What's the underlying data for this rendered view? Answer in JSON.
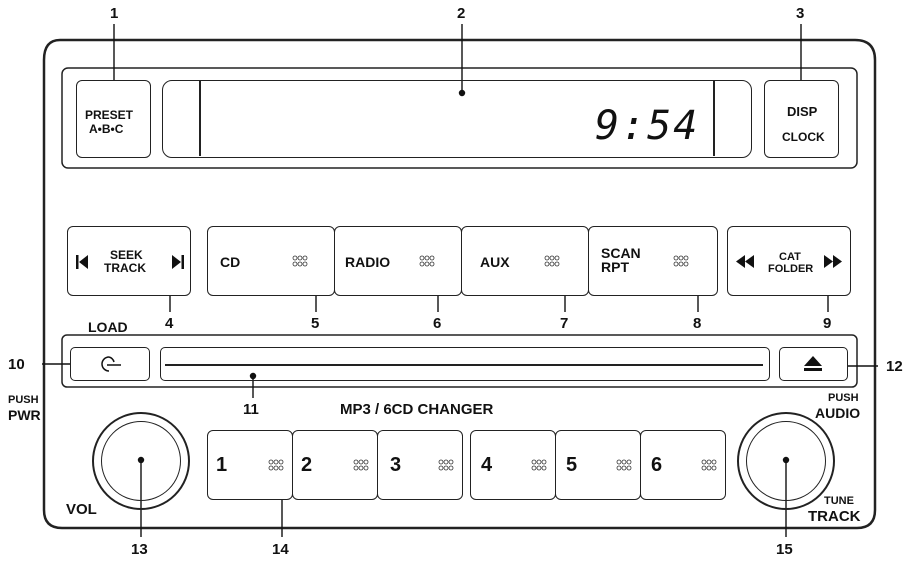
{
  "callouts": [
    "1",
    "2",
    "3",
    "4",
    "5",
    "6",
    "7",
    "8",
    "9",
    "10",
    "11",
    "12",
    "13",
    "14",
    "15"
  ],
  "buttons": {
    "preset_line1": "PRESET",
    "preset_line2": "A•B•C",
    "disp_line1": "DISP",
    "disp_line2": "CLOCK",
    "seek_line1": "SEEK",
    "seek_line2": "TRACK",
    "cd": "CD",
    "radio": "RADIO",
    "aux": "AUX",
    "scan_line1": "SCAN",
    "scan_line2": "RPT",
    "cat_line1": "CAT",
    "cat_line2": "FOLDER",
    "presets": [
      "1",
      "2",
      "3",
      "4",
      "5",
      "6"
    ]
  },
  "display": {
    "time": "9:54"
  },
  "labels": {
    "load": "LOAD",
    "changer": "MP3 / 6CD CHANGER",
    "push_pwr_line1": "PUSH",
    "push_pwr_line2": "PWR",
    "vol": "VOL",
    "push_audio_line1": "PUSH",
    "push_audio_line2": "AUDIO",
    "tune_line1": "TUNE",
    "tune_line2": "TRACK"
  },
  "icons": {
    "prev": "skip-prev-icon",
    "next": "skip-next-icon",
    "rewind": "rewind-icon",
    "forward": "fast-forward-icon",
    "load": "load-icon",
    "eject": "eject-icon",
    "indicator": "indicator-dots-icon"
  }
}
